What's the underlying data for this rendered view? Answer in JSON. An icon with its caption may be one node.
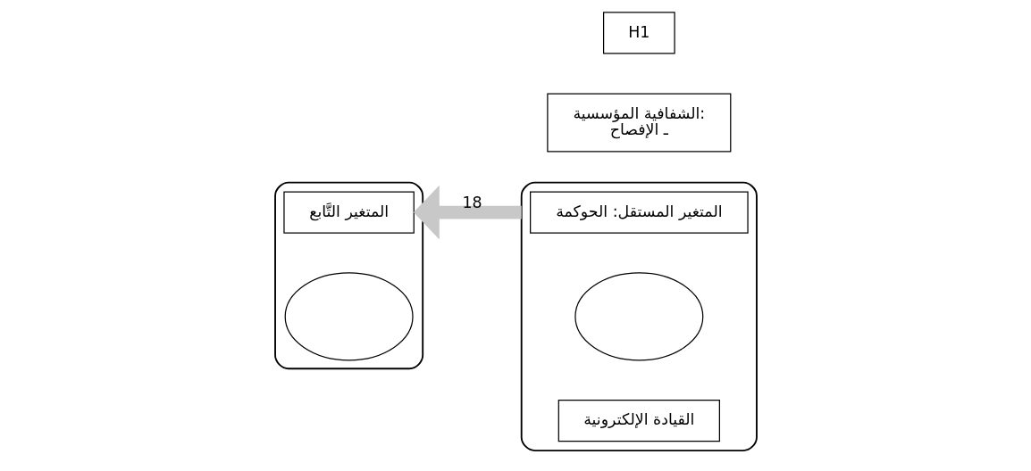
{
  "diagram": {
    "nodes": [
      {
        "text": [],
        "shape": "box"
      },
      {
        "text": [
          "المتغير المستقل: الحوكمة"
        ],
        "in": 0
      },
      {
        "text": [],
        "shape": "circle",
        "in": 0
      },
      {
        "text": [
          "القيادة الإلكترونية"
        ],
        "in": 0
      },
      {
        "text": [],
        "shape": "box"
      },
      {
        "text": [
          "المتغير التَّابع"
        ],
        "in": 4
      },
      {
        "text": [],
        "shape": "circle",
        "in": 4
      },
      {
        "text": [
          "الشفافية المؤسسية:",
          "ـ الإفصاح"
        ]
      },
      {
        "text": [
          "H1"
        ]
      }
    ],
    "edges": [
      {
        "from": 0,
        "to": 4,
        "arrow": "to",
        "label": "18",
        "color": "#c8c8c8"
      }
    ]
  }
}
